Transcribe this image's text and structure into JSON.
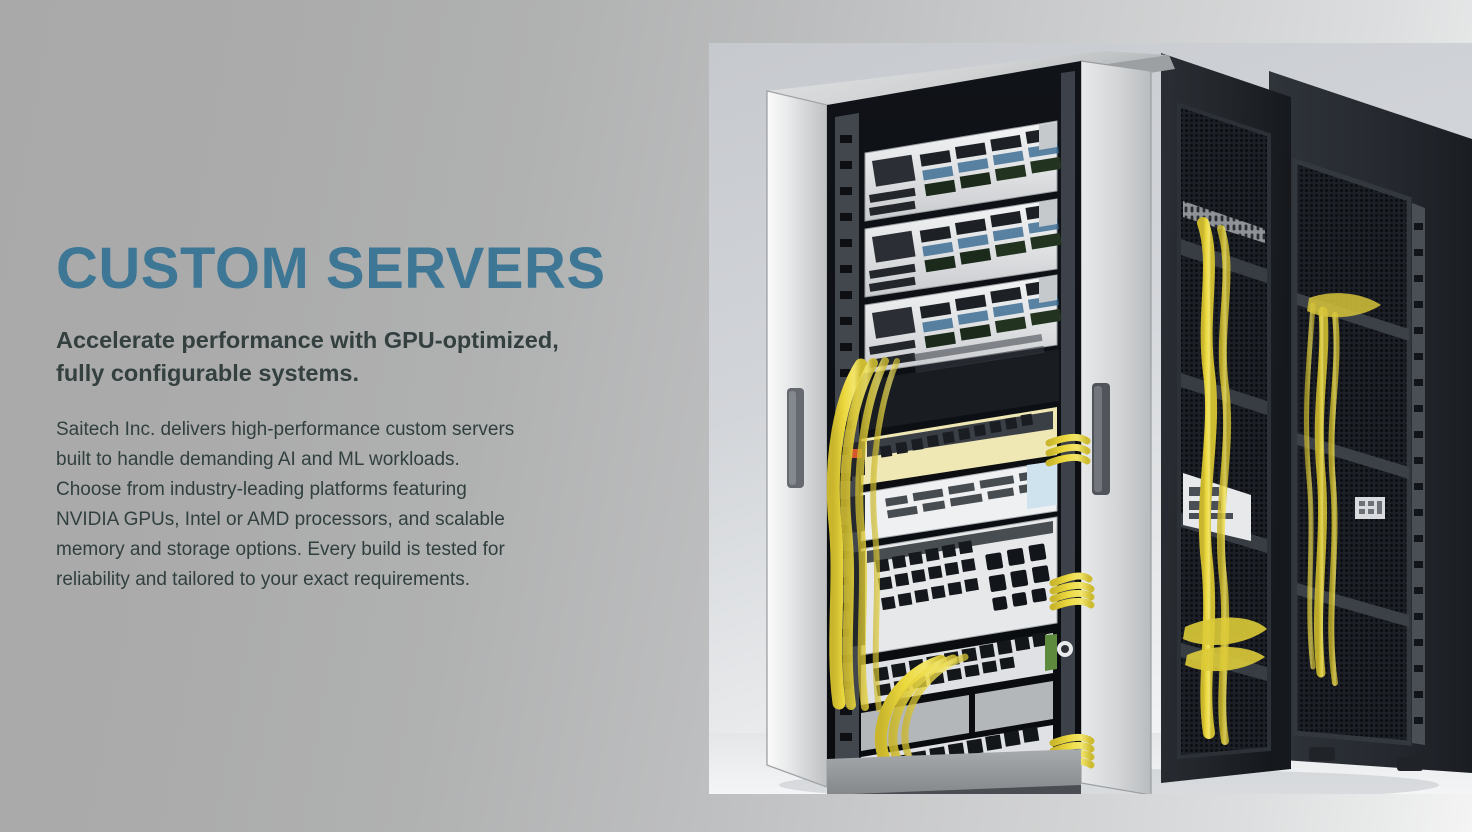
{
  "slide": {
    "background_gradient_from": "#a9a9a9",
    "background_gradient_to": "#f4f4f5",
    "accent_color": "#3d7795",
    "text_color": "#313f3f"
  },
  "content": {
    "headline": "CUSTOM SERVERS",
    "subheadline_line1": "Accelerate performance with GPU-optimized,",
    "subheadline_line2": "fully configurable systems.",
    "body_lines": [
      "Saitech Inc. delivers high-performance custom servers",
      "built to handle demanding AI and ML workloads.",
      "Choose from industry-leading platforms featuring",
      "NVIDIA GPUs, Intel or AMD processors, and scalable",
      "memory and storage options. Every build is tested for",
      "reliability and tailored to your exact requirements."
    ]
  },
  "photo": {
    "alt": "server-rack-photo",
    "subject": "Open 42U data center server rack cabinet viewed at an angle, containing rack-mounted servers, network switches and patch panels with yellow ethernet cables",
    "colors": {
      "studio_background": "#d3d6da",
      "cabinet_dark": "#1b1e22",
      "door_silver": "#d6d8da",
      "cable_yellow": "#e8d53c",
      "panel_white": "#e9eaec",
      "floor": "#edeef0"
    }
  }
}
